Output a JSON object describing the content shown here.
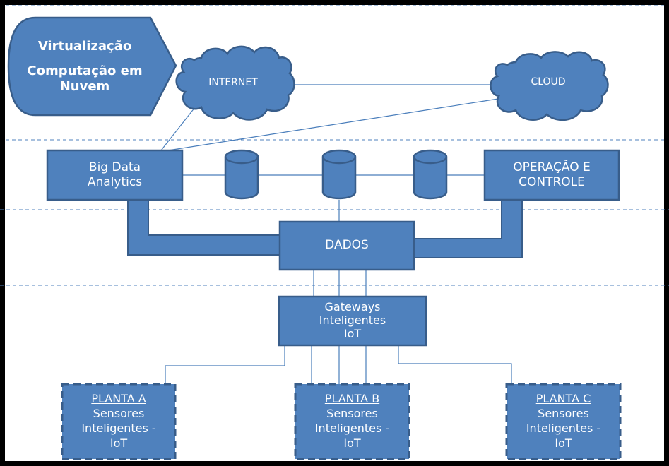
{
  "diagram": {
    "colors": {
      "fill": "#4F81BD",
      "stroke": "#385D8A",
      "connector": "#4A7EBB",
      "separator": "#4F81BD",
      "text": "#FFFFFF"
    },
    "virtualization_shape": {
      "line1": "Virtualização",
      "line2": "Computação em",
      "line3": "Nuvem"
    },
    "clouds": {
      "internet": "INTERNET",
      "cloud": "CLOUD"
    },
    "nodes": {
      "big_data": {
        "line1": "Big Data",
        "line2": "Analytics"
      },
      "operacao": {
        "line1": "OPERAÇÃO E",
        "line2": "CONTROLE"
      },
      "dados": "DADOS",
      "gateways": {
        "line1": "Gateways",
        "line2": "Inteligentes",
        "line3": "IoT"
      }
    },
    "databases": [
      "database-1",
      "database-2",
      "database-3"
    ],
    "plants": [
      {
        "title": "PLANTA A",
        "line1": "Sensores",
        "line2": "Inteligentes -",
        "line3": "IoT"
      },
      {
        "title": "PLANTA B",
        "line1": "Sensores",
        "line2": "Inteligentes -",
        "line3": "IoT"
      },
      {
        "title": "PLANTA C",
        "line1": "Sensores",
        "line2": "Inteligentes -",
        "line3": "IoT"
      }
    ]
  }
}
